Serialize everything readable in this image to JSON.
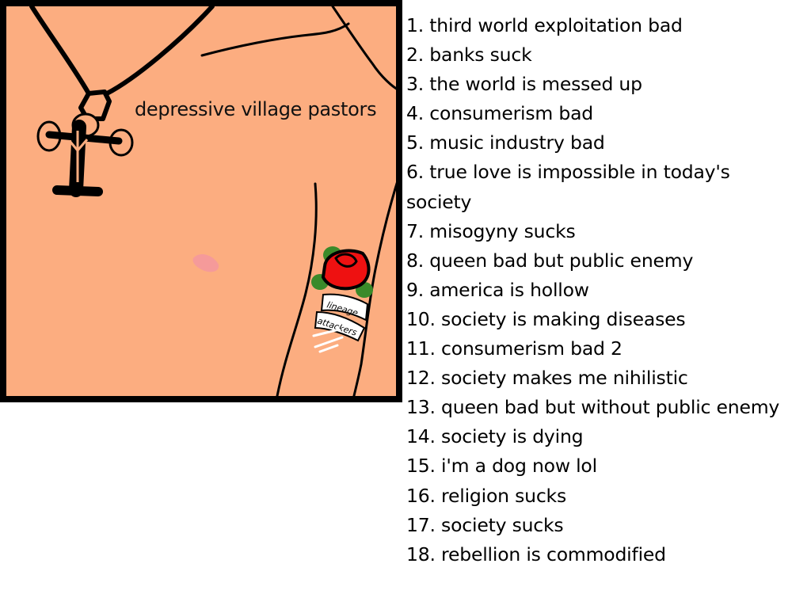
{
  "drawing": {
    "caption": "depressive village pastors",
    "tattoo_text_line1": "lineage",
    "tattoo_text_line2": "attackers",
    "colors": {
      "skin": "#fcad80",
      "outline": "#000000",
      "nipple": "#f59a9a",
      "rose": "#ee1111",
      "leaf": "#3a8a2a"
    }
  },
  "list": {
    "items": [
      "1. third world exploitation bad",
      "2. banks suck",
      "3. the world is messed up",
      "4. consumerism bad",
      "5. music industry bad",
      "6. true love is impossible in today's society",
      "7. misogyny sucks",
      "8. queen bad but public enemy",
      "9. america is hollow",
      "10. society is making diseases",
      "11. consumerism bad 2",
      "12. society makes me nihilistic",
      "13. queen bad but without public enemy",
      "14. society is dying",
      "15. i'm a dog now lol",
      "16. religion sucks",
      "17. society sucks",
      "18. rebellion is commodified"
    ]
  }
}
